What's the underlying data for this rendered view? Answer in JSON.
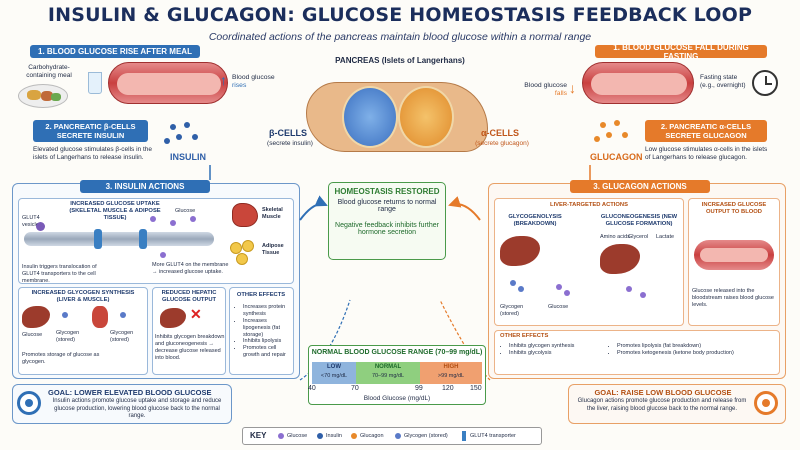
{
  "title": "INSULIN & GLUCAGON: GLUCOSE HOMEOSTASIS FEEDBACK LOOP",
  "subtitle": "Coordinated actions of the pancreas maintain blood glucose within a normal range",
  "left": {
    "step1": "1. BLOOD GLUCOSE RISE AFTER MEAL",
    "meal_label": "Carbohydrate-containing meal",
    "glucose_label": "Blood glucose",
    "glucose_state": "rises",
    "step2": "2. PANCREATIC β-CELLS SECRETE INSULIN",
    "step2_text": "Elevated glucose stimulates β-cells in the islets of Langerhans to release insulin.",
    "insulin_label": "INSULIN"
  },
  "right": {
    "step1": "1. BLOOD GLUCOSE FALL DURING FASTING",
    "glucose_label": "Blood glucose",
    "glucose_state": "falls",
    "fasting_label": "Fasting state (e.g., overnight)",
    "step2": "2. PANCREATIC α-CELLS SECRETE GLUCAGON",
    "glucagon_label": "GLUCAGON",
    "step2_text": "Low glucose stimulates α-cells in the islets of Langerhans to release glucagon."
  },
  "pancreas": {
    "title": "PANCREAS (Islets of Langerhans)",
    "beta": "β-CELLS",
    "beta_sub": "(secrete insulin)",
    "alpha": "α-CELLS",
    "alpha_sub": "(secrete glucagon)"
  },
  "insulin_actions": {
    "header": "3. INSULIN ACTIONS",
    "uptake_title": "INCREASED GLUCOSE UPTAKE (SKELETAL MUSCLE & ADIPOSE TISSUE)",
    "glut4_label": "GLUT4 vesicle",
    "glucose_label": "Glucose",
    "uptake_note1": "Insulin triggers translocation of GLUT4 transporters to the cell membrane.",
    "uptake_note2": "More GLUT4 on the membrane → increased glucose uptake.",
    "muscle_label": "Skeletal Muscle",
    "adipose_label": "Adipose Tissue",
    "glycogen_title": "INCREASED GLYCOGEN SYNTHESIS (LIVER & MUSCLE)",
    "glycogen_labels": [
      "Glucose",
      "Glycogen (stored)",
      "Glycogen (stored)"
    ],
    "glycogen_text": "Promotes storage of glucose as glycogen.",
    "hepatic_title": "REDUCED HEPATIC GLUCOSE OUTPUT",
    "hepatic_text": "Inhibits glycogen breakdown and gluconeogenesis → decrease glucose released into blood.",
    "other_title": "OTHER EFFECTS",
    "other_items": [
      "Increases protein synthesis",
      "Increases lipogenesis (fat storage)",
      "Inhibits lipolysis",
      "Promotes cell growth and repair"
    ]
  },
  "homeostasis": {
    "title": "HOMEOSTASIS RESTORED",
    "line1": "Blood glucose returns to normal range",
    "line2": "Negative feedback inhibits further hormone secretion"
  },
  "glucagon_actions": {
    "header": "3. GLUCAGON ACTIONS",
    "liver_title": "LIVER-TARGETED ACTIONS",
    "glycogenolysis": "GLYCOGENOLYSIS (BREAKDOWN)",
    "glycogen_stored": "Glycogen (stored)",
    "glucose": "Glucose",
    "gluconeogenesis": "GLUCONEOGENESIS (NEW GLUCOSE FORMATION)",
    "substrates": [
      "Amino acids",
      "Glycerol",
      "Lactate"
    ],
    "output_title": "INCREASED GLUCOSE OUTPUT TO BLOOD",
    "output_text": "Glucose released into the bloodstream raises blood glucose levels.",
    "other_title": "OTHER EFFECTS",
    "other_left": [
      "Inhibits glycogen synthesis",
      "Inhibits glycolysis"
    ],
    "other_right": [
      "Promotes lipolysis (fat breakdown)",
      "Promotes ketogenesis (ketone body production)"
    ]
  },
  "range": {
    "title": "NORMAL BLOOD GLUCOSE RANGE (70–99 mg/dL)",
    "low": "LOW",
    "low_val": "<70 mg/dL",
    "normal": "NORMAL",
    "normal_val": "70–99 mg/dL",
    "high": "HIGH",
    "high_val": ">99 mg/dL",
    "ticks": [
      "40",
      "70",
      "99",
      "120",
      "150"
    ],
    "axis_label": "Blood Glucose (mg/dL)",
    "colors": {
      "low": "#8fb4dd",
      "normal": "#8fcf7f",
      "high": "#f0a070"
    }
  },
  "goal_left": {
    "title": "GOAL: LOWER ELEVATED BLOOD GLUCOSE",
    "text": "Insulin actions promote glucose uptake and storage and reduce glucose production, lowering blood glucose back to the normal range."
  },
  "goal_right": {
    "title": "GOAL: RAISE LOW BLOOD GLUCOSE",
    "text": "Glucagon actions promote glucose production and release from the liver, raising blood glucose back to the normal range."
  },
  "key": {
    "title": "KEY",
    "items": [
      "Glucose",
      "Insulin",
      "Glucagon",
      "Glycogen (stored)",
      "GLUT4 transporter"
    ]
  }
}
